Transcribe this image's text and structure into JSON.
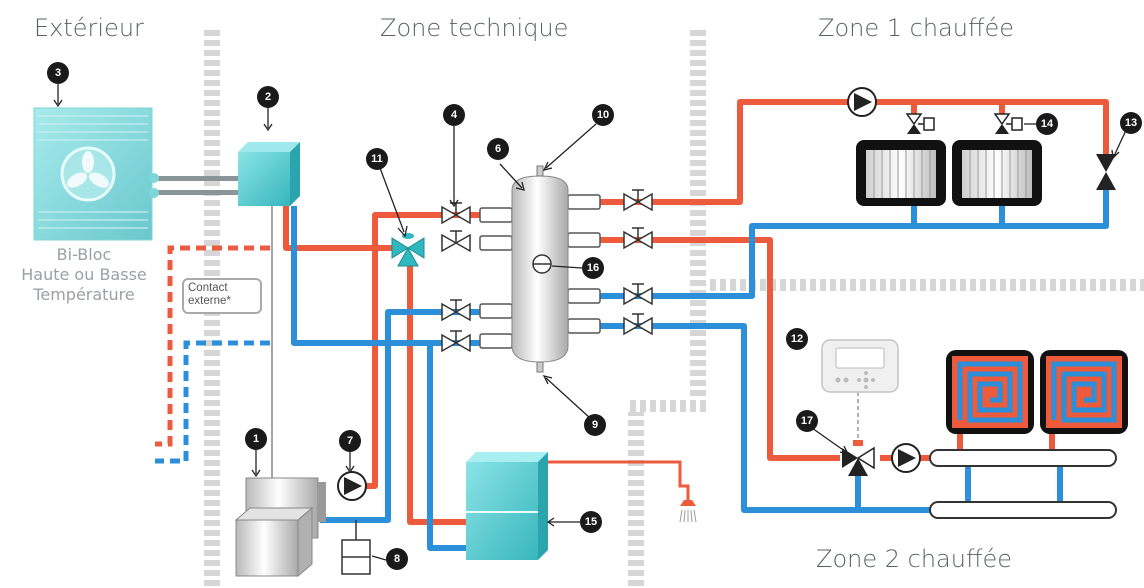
{
  "zones": {
    "exterior": "Extérieur",
    "technical": "Zone technique",
    "zone1": "Zone 1 chauffée",
    "zone2": "Zone 2 chauffée"
  },
  "outdoor_unit": {
    "lines": [
      "Bi-Bloc",
      "Haute ou Basse",
      "Température"
    ]
  },
  "contact": {
    "lines": [
      "Contact",
      "externe*"
    ]
  },
  "badges": [
    "1",
    "2",
    "3",
    "4",
    "6",
    "7",
    "8",
    "9",
    "10",
    "11",
    "12",
    "13",
    "14",
    "15",
    "16",
    "17"
  ],
  "colors": {
    "hot": "#ee5a3c",
    "cold": "#2b90d9",
    "teal": "#4ecbd0",
    "wall": "#d9d9d9",
    "text": "#5a5f66"
  }
}
